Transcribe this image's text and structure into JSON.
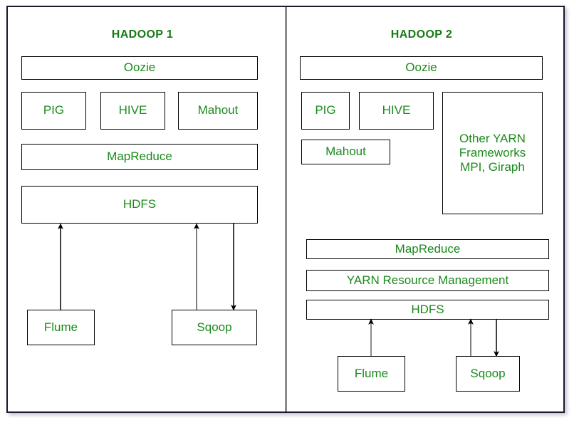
{
  "diagram": {
    "title_left": "HADOOP 1",
    "title_right": "HADOOP 2",
    "text_color": "#1b8a1b",
    "title_color": "#157a15",
    "border_color": "#000000",
    "frame_color": "#1a1a2e",
    "divider_color": "#8a8a8a",
    "background": "#ffffff"
  },
  "hadoop1": {
    "title": "HADOOP 1",
    "nodes": {
      "oozie": "Oozie",
      "pig": "PIG",
      "hive": "HIVE",
      "mahout": "Mahout",
      "mapreduce": "MapReduce",
      "hdfs": "HDFS",
      "flume": "Flume",
      "sqoop": "Sqoop"
    },
    "arrows": [
      {
        "name": "flume-to-hdfs",
        "direction": "up",
        "from": "Flume",
        "to": "HDFS"
      },
      {
        "name": "sqoop-to-hdfs",
        "direction": "up",
        "from": "Sqoop",
        "to": "HDFS"
      },
      {
        "name": "hdfs-to-sqoop",
        "direction": "down",
        "from": "HDFS",
        "to": "Sqoop"
      }
    ]
  },
  "hadoop2": {
    "title": "HADOOP 2",
    "nodes": {
      "oozie": "Oozie",
      "pig": "PIG",
      "hive": "HIVE",
      "mahout": "Mahout",
      "other_yarn": "Other YARN\nFrameworks\nMPI, Giraph",
      "mapreduce": "MapReduce",
      "yarn": "YARN Resource Management",
      "hdfs": "HDFS",
      "flume": "Flume",
      "sqoop": "Sqoop"
    },
    "arrows": [
      {
        "name": "flume-to-hdfs",
        "direction": "up",
        "from": "Flume",
        "to": "HDFS"
      },
      {
        "name": "sqoop-to-hdfs",
        "direction": "up",
        "from": "Sqoop",
        "to": "HDFS"
      },
      {
        "name": "hdfs-to-sqoop",
        "direction": "down",
        "from": "HDFS",
        "to": "Sqoop"
      }
    ]
  }
}
